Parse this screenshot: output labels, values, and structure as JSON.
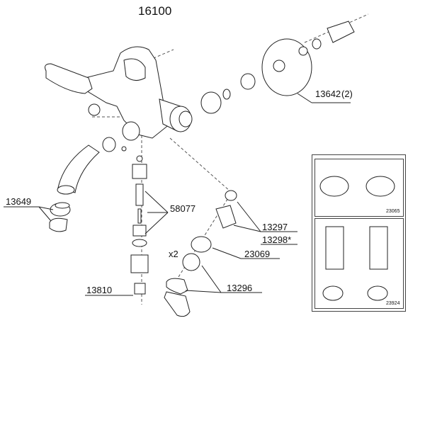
{
  "title": "16100",
  "parts": [
    {
      "id": "p13649",
      "label": "13649"
    },
    {
      "id": "p58077",
      "label": "58077"
    },
    {
      "id": "p13810",
      "label": "13810"
    },
    {
      "id": "p13297",
      "label": "13297"
    },
    {
      "id": "p13298",
      "label": "13298*"
    },
    {
      "id": "p23069",
      "label": "23069"
    },
    {
      "id": "p13296",
      "label": "13296"
    },
    {
      "id": "p13642",
      "label": "13642"
    },
    {
      "id": "p13642q",
      "label": "(2)"
    },
    {
      "id": "px2",
      "label": "x2"
    }
  ],
  "insets": [
    {
      "code": "23065"
    },
    {
      "code": "23924"
    }
  ]
}
